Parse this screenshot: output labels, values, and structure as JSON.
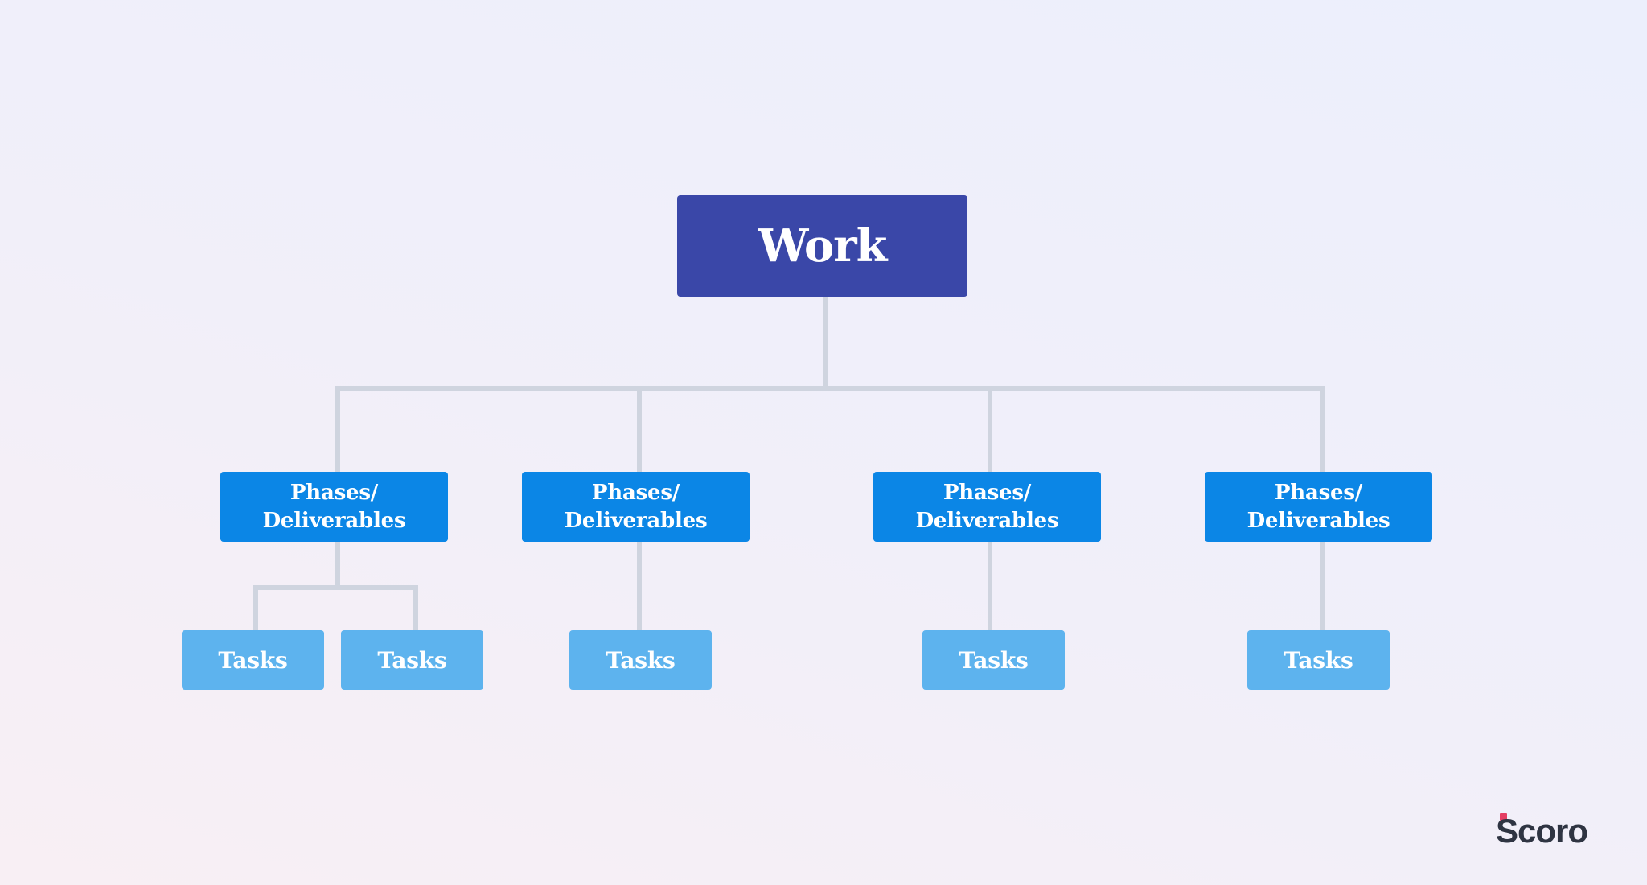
{
  "diagram": {
    "root": {
      "label": "Work"
    },
    "phases": [
      {
        "label": "Phases/\nDeliverables"
      },
      {
        "label": "Phases/\nDeliverables"
      },
      {
        "label": "Phases/\nDeliverables"
      },
      {
        "label": "Phases/\nDeliverables"
      }
    ],
    "tasks": [
      {
        "label": "Tasks"
      },
      {
        "label": "Tasks"
      },
      {
        "label": "Tasks"
      },
      {
        "label": "Tasks"
      },
      {
        "label": "Tasks"
      }
    ]
  },
  "brand": {
    "logo_text": "Scoro",
    "logo_icon": "scoro-logo-icon"
  },
  "colors": {
    "root": "#3a47a8",
    "phase": "#0b86e6",
    "task": "#5db3ee",
    "connector": "#cfd4df",
    "logo_text": "#2f3442",
    "logo_accent": "#e53d62"
  }
}
